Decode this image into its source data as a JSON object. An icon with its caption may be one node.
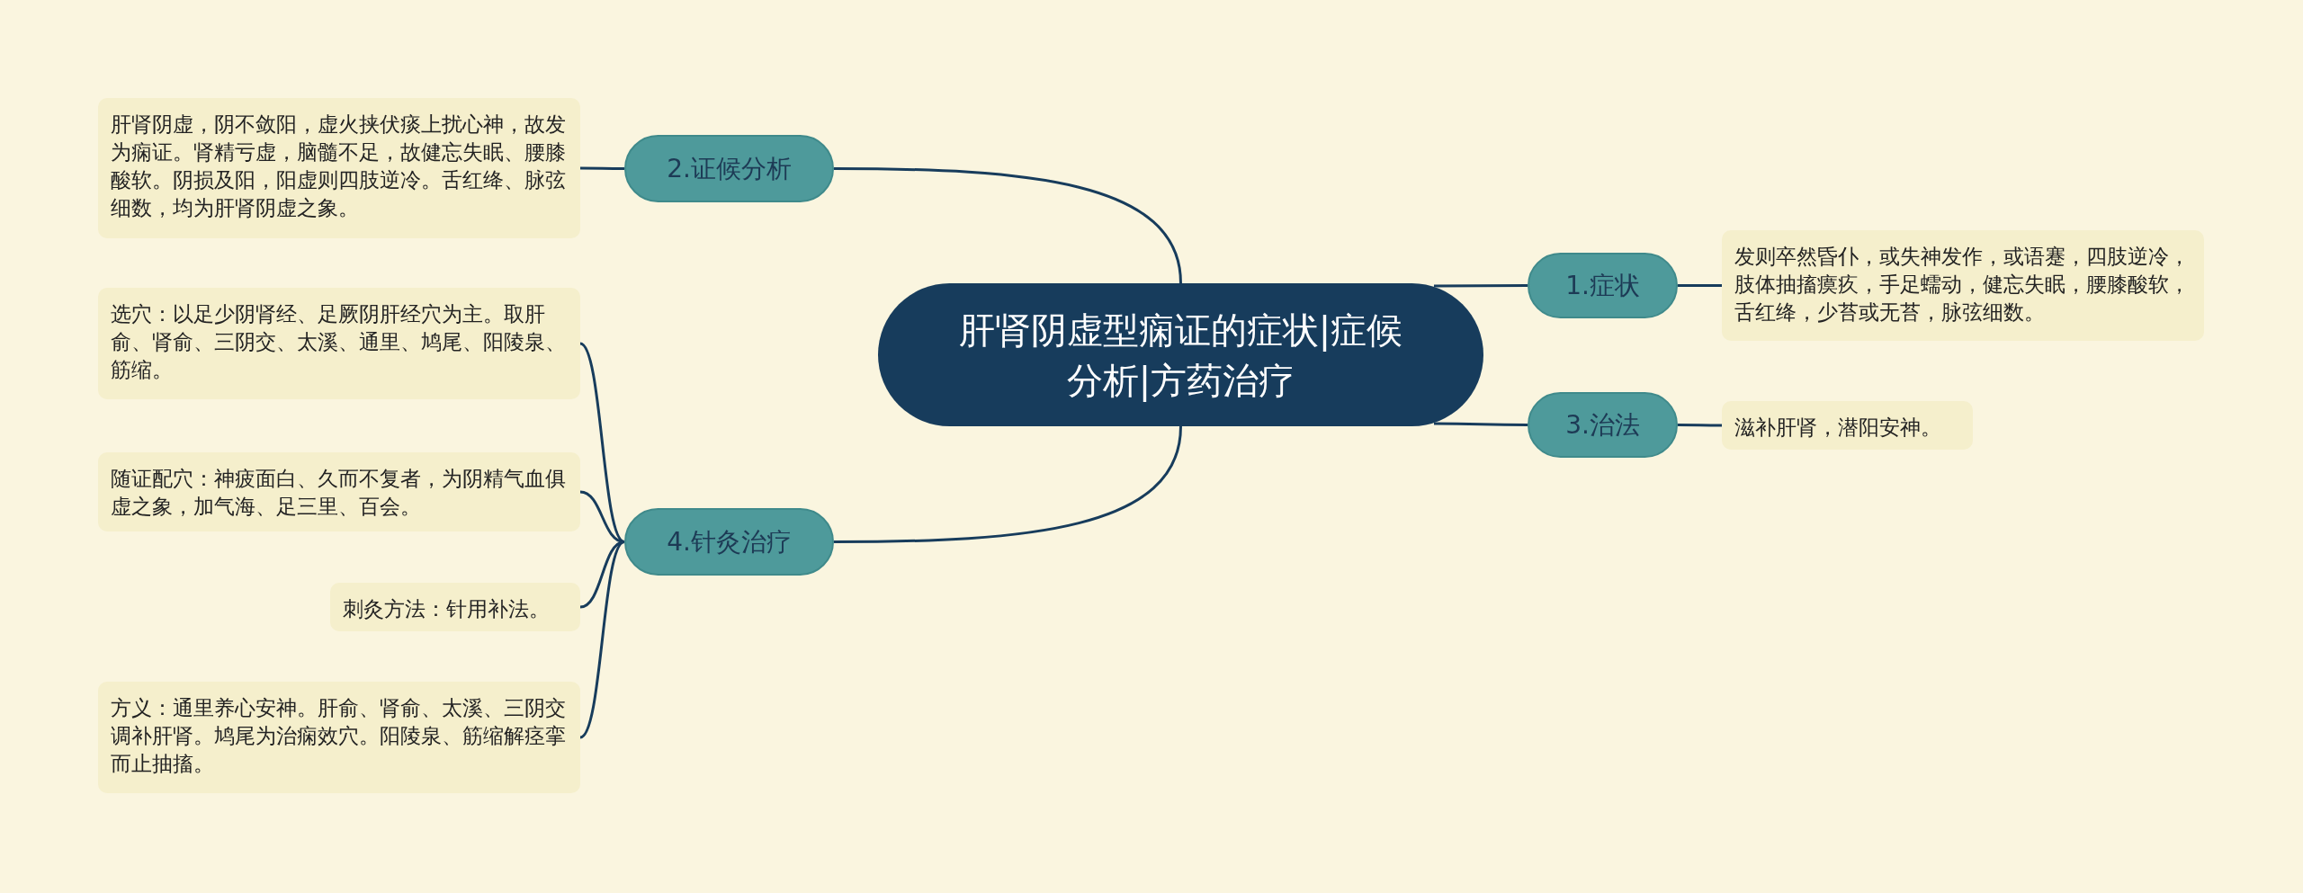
{
  "diagram": {
    "nodes": [
      {
        "text": [
          "肝肾阴虚型痫证的症状|症候分析|方药治疗"
        ]
      },
      {
        "text": [
          "1.症状"
        ]
      },
      {
        "text": [
          "发则卒然昏仆，或失神发作，或语蹇，四肢逆冷，肢体抽搐瘼疚，手足蠕动，健忘失眠，腰膝酸软，舌红绛，少苔或无苔，脉弦细数。"
        ]
      },
      {
        "text": [
          "2.证候分析"
        ]
      },
      {
        "text": [
          "肝肾阴虚，阴不敛阳，虚火挟伏痰上扰心神，故发为痫证。肾精亏虚，脑髓不足，故健忘失眠、腰膝酸软。阴损及阳，阳虚则四肢逆冷。舌红绛、脉弦细数，均为肝肾阴虚之象。"
        ]
      },
      {
        "text": [
          "3.治法"
        ]
      },
      {
        "text": [
          "滋补肝肾，潜阳安神。"
        ]
      },
      {
        "text": [
          "4.针灸治疗"
        ]
      },
      {
        "text": [
          "选穴：以足少阴肾经、足厥阴肝经穴为主。取肝俞、肾俞、三阴交、太溪、通里、鸠尾、阳陵泉、筋缩。"
        ]
      },
      {
        "text": [
          "随证配穴：神疲面白、久而不复者，为阴精气血俱虚之象，加气海、足三里、百会。"
        ]
      },
      {
        "text": [
          "刺灸方法：针用补法。"
        ]
      },
      {
        "text": [
          "方义：通里养心安神。肝俞、肾俞、太溪、三阴交调补肝肾。鸠尾为治痫效穴。阳陵泉、筋缩解痉挛而止抽搐。"
        ]
      }
    ],
    "edges": [
      {
        "from": 0,
        "to": 1,
        "arrow": "none"
      },
      {
        "from": 1,
        "to": 2,
        "arrow": "none"
      },
      {
        "from": 0,
        "to": 3,
        "arrow": "none"
      },
      {
        "from": 3,
        "to": 4,
        "arrow": "none"
      },
      {
        "from": 0,
        "to": 5,
        "arrow": "none"
      },
      {
        "from": 5,
        "to": 6,
        "arrow": "none"
      },
      {
        "from": 0,
        "to": 7,
        "arrow": "none"
      },
      {
        "from": 7,
        "to": 8,
        "arrow": "none"
      },
      {
        "from": 7,
        "to": 9,
        "arrow": "none"
      },
      {
        "from": 7,
        "to": 10,
        "arrow": "none"
      },
      {
        "from": 7,
        "to": 11,
        "arrow": "none"
      }
    ]
  }
}
